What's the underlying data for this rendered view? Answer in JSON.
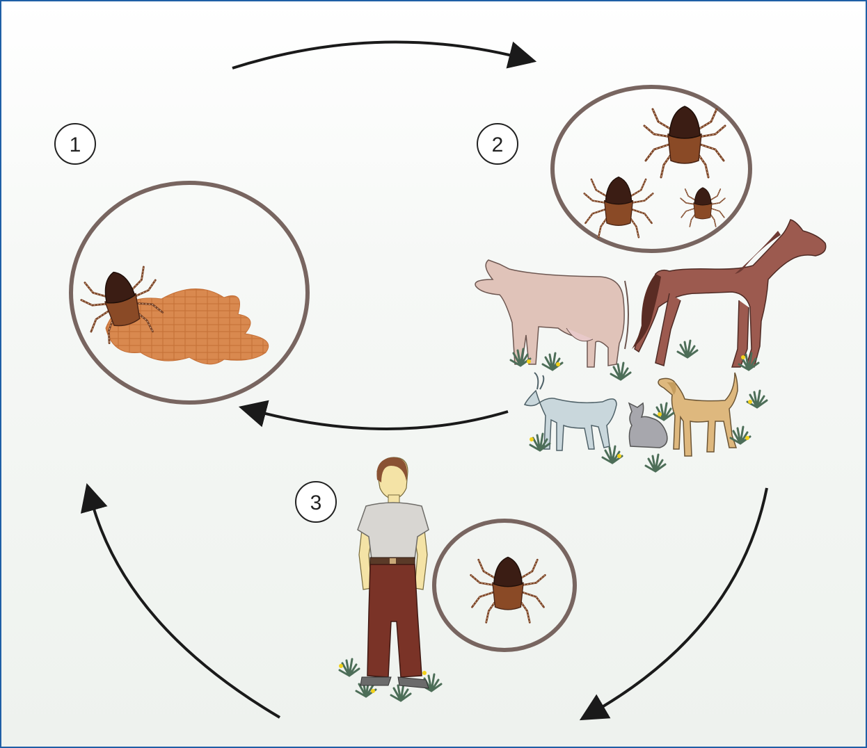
{
  "steps": [
    {
      "number": "1"
    },
    {
      "number": "2"
    },
    {
      "number": "3"
    }
  ],
  "colors": {
    "border": "#1f5fa6",
    "circle_stroke": "#786560",
    "arrow": "#1a1a1a",
    "tick_body": "#8a4a26",
    "tick_head": "#3b1d14",
    "blood_pool": "#d9894f",
    "cow": "#e0c3b9",
    "horse": "#9c5a4f",
    "goat": "#c9d7dc",
    "cat": "#a7a7ad",
    "dog": "#deb87e",
    "grass": "#5a7d66",
    "flower": "#f3d21a",
    "shirt": "#d8d6d2",
    "pants": "#7a3327",
    "skin": "#f4e3a6",
    "hair": "#8a5233"
  },
  "icons": [
    "tick-icon",
    "cow-icon",
    "horse-icon",
    "goat-icon",
    "cat-icon",
    "dog-icon",
    "human-icon",
    "grass-icon",
    "cycle-arrow-icon"
  ]
}
